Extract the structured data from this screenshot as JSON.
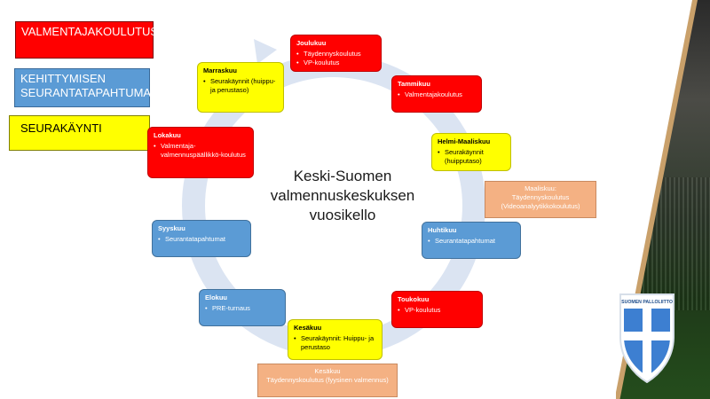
{
  "legend": {
    "coach_training": "VALMENTAJAKOULUTUS",
    "development_event": "KEHITTYMISEN SEURANTATAPAHTUMA",
    "club_visit": "SEURAKÄYNTI"
  },
  "center_title": {
    "line1": "Keski-Suomen",
    "line2": "valmennuskeskuksen",
    "line3": "vuosikello"
  },
  "months": {
    "joulukuu": {
      "title": "Joulukuu",
      "items": [
        "Täydennyskoulutus",
        "VP-koulutus"
      ]
    },
    "tammikuu": {
      "title": "Tammikuu",
      "items": [
        "Valmentajakoulutus"
      ]
    },
    "helmi_maaliskuu": {
      "title": "Helmi-Maaliskuu",
      "items": [
        "Seurakäynnit (huipputaso)"
      ]
    },
    "huhtikuu": {
      "title": "Huhtikuu",
      "items": [
        "Seurantatapahtumat"
      ]
    },
    "toukokuu": {
      "title": "Toukokuu",
      "items": [
        "VP-koulutus"
      ]
    },
    "kesakuu": {
      "title": "Kesäkuu",
      "items": [
        "Seurakäynnit: Huippu- ja perustaso"
      ]
    },
    "elokuu": {
      "title": "Elokuu",
      "items": [
        "PRE-turnaus"
      ]
    },
    "syyskuu": {
      "title": "Syyskuu",
      "items": [
        "Seurantatapahtumat"
      ]
    },
    "lokakuu": {
      "title": "Lokakuu",
      "items": [
        "Valmentaja-valmennuspäällikkö-koulutus"
      ]
    },
    "marraskuu": {
      "title": "Marraskuu",
      "items": [
        "Seurakäynnit (huippu- ja perustaso)"
      ]
    }
  },
  "extras": {
    "maaliskuu": {
      "line1": "Maaliskuu:",
      "line2": "Täydennyskoulutus",
      "line3": "(Videoanalyytikkokoulutus)"
    },
    "kesakuu": {
      "line1": "Kesäkuu",
      "line2": "Täydennyskoulutus (fyysinen valmennus)"
    }
  },
  "logo": {
    "text": "SUOMEN PALLOLIITTO"
  },
  "colors": {
    "coach_training": "#ff0000",
    "development_event": "#5b9bd5",
    "club_visit": "#ffff00",
    "extra_training": "#f4b183",
    "cycle_ring": "#dbe4f2"
  }
}
